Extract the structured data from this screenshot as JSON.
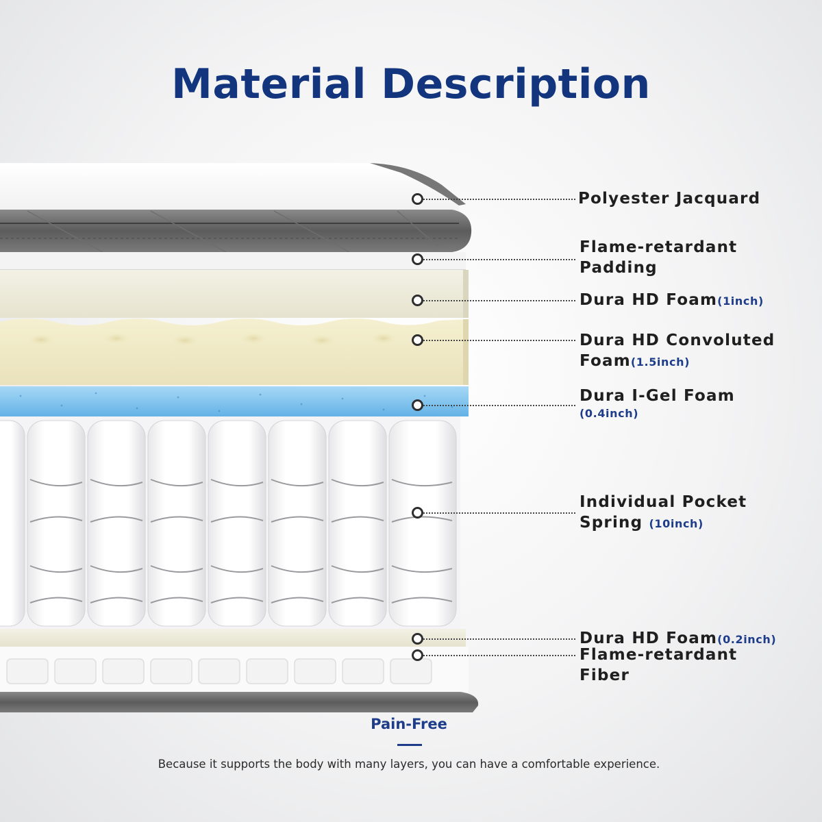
{
  "title": "Material Description",
  "layers": [
    {
      "name": "Polyester Jacquard",
      "sub": ""
    },
    {
      "name": "Flame-retardant",
      "name2": "Padding",
      "sub": ""
    },
    {
      "name": "Dura HD Foam",
      "sub": "(1inch)"
    },
    {
      "name": "Dura HD Convoluted",
      "name2": "Foam",
      "sub": "(1.5inch)"
    },
    {
      "name": "Dura I-Gel Foam",
      "sub": "(0.4inch)"
    },
    {
      "name": "Individual Pocket",
      "name2": "Spring ",
      "sub": "(10inch)"
    },
    {
      "name": "Dura HD Foam",
      "sub": "(0.2inch)"
    },
    {
      "name": "Flame-retardant",
      "name2": "Fiber",
      "sub": ""
    }
  ],
  "footer": {
    "heading": "Pain-Free",
    "caption": "Because it supports the body with many layers, you can have a comfortable experience."
  },
  "colors": {
    "title": "#12357e",
    "accent": "#1d3c8a",
    "foam": "#ecebd9",
    "convoluted_foam": "#ede7c4",
    "gel_foam": "#7fc4ef",
    "border_gray": "#5a5a5a"
  }
}
